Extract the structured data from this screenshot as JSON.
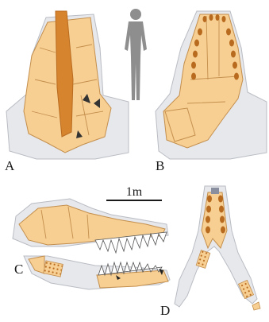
{
  "panels": [
    {
      "id": "A",
      "label": "A"
    },
    {
      "id": "B",
      "label": "B"
    },
    {
      "id": "C",
      "label": "C"
    },
    {
      "id": "D",
      "label": "D"
    }
  ],
  "scale_bar": {
    "label": "1m"
  },
  "colors": {
    "bone": "#f7cf93",
    "bone_outline": "#c48f4d",
    "reconstruction": "#e6e8ec",
    "reconstruction_outline": "#b9bcc3",
    "dark_bone": "#d7842e",
    "tooth_socket": "#b86b1f",
    "human_silhouette": "#8e8e8e"
  },
  "icons": {
    "human": "human-silhouette-icon"
  }
}
